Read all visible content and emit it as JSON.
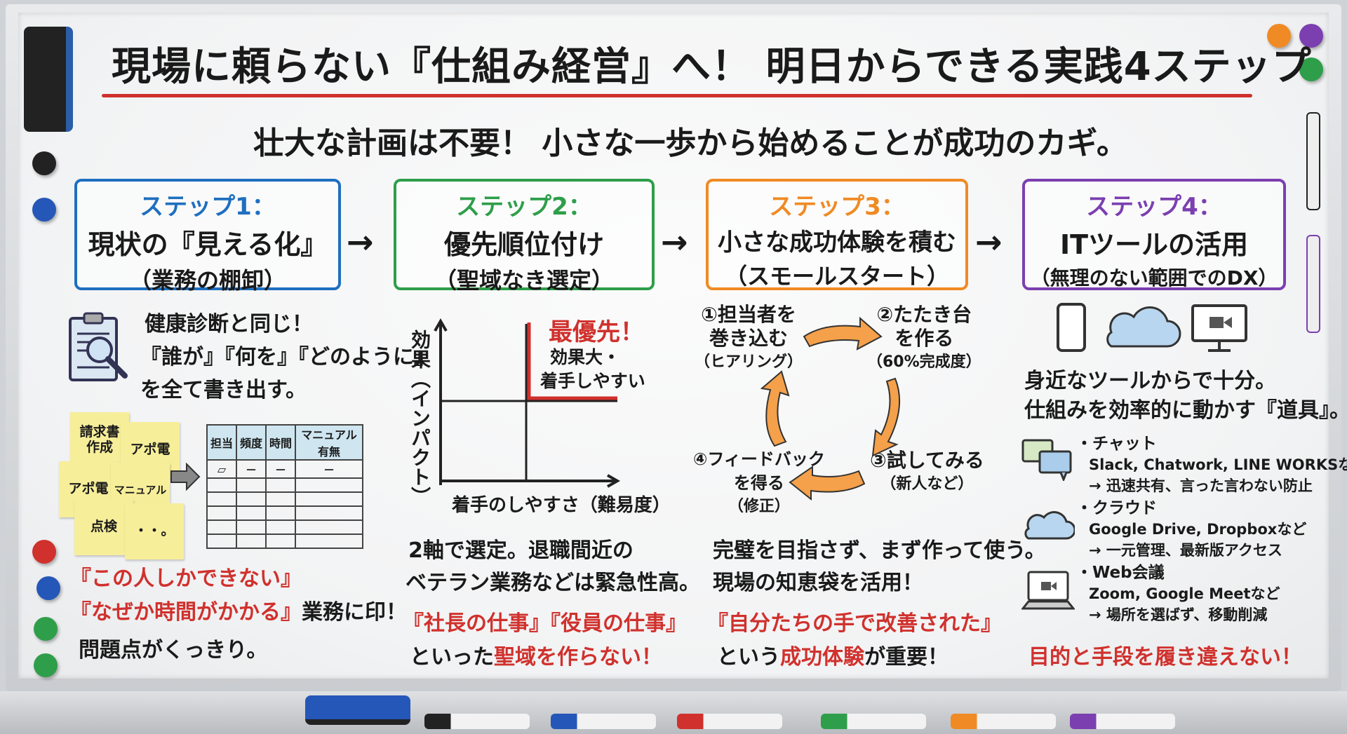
{
  "title": "現場に頼らない『仕組み経営』へ！ 明日からできる実践4ステップ",
  "subtitle": "壮大な計画は不要！ 小さな一歩から始めることが成功のカギ。",
  "colors": {
    "step1": "#1f6fbf",
    "step2": "#2e9e4a",
    "step3": "#f08a24",
    "step4": "#7b3fb0",
    "emphasis": "#d0312d"
  },
  "steps": [
    {
      "heading": "ステップ1：",
      "main": "現状の『見える化』",
      "sub": "（業務の棚卸）"
    },
    {
      "heading": "ステップ2：",
      "main": "優先順位付け",
      "sub": "（聖域なき選定）"
    },
    {
      "heading": "ステップ3：",
      "main": "小さな成功体験を積む",
      "sub": "（スモールスタート）"
    },
    {
      "heading": "ステップ4：",
      "main": "ITツールの活用",
      "sub": "（無理のない範囲でのDX）"
    }
  ],
  "arrow": "→",
  "col1": {
    "lines": [
      "健康診断と同じ！",
      "『誰が』『何を』『どのように』",
      "を全て書き出す。"
    ],
    "stickies": [
      "請求書\n作成",
      "アポ電",
      "アポ電",
      "マニュアル",
      "点検",
      "・・。"
    ],
    "table_headers": [
      "担当",
      "頻度",
      "時間",
      "マニュアル有無"
    ],
    "table_first_row": [
      "",
      "－",
      "－",
      "－"
    ],
    "red1": "『この人しかできない』",
    "red2": "『なぜか時間がかかる』",
    "black2": "業務に印！",
    "black3": "問題点がくっきり。"
  },
  "col2": {
    "y_label": "効果（インパクト）",
    "x_label": "着手のしやすさ（難易度）",
    "priority": "最優先！",
    "priority_note1": "効果大・",
    "priority_note2": "着手しやすい",
    "line1": "2軸で選定。退職間近の",
    "line2": "ベテラン業務などは緊急性高。",
    "red1": "『社長の仕事』『役員の仕事』",
    "black4": "といった",
    "red4": "聖域を作らない！"
  },
  "col3": {
    "cycle": [
      {
        "l1": "①担当者を",
        "l2": "巻き込む",
        "l3": "（ヒアリング）"
      },
      {
        "l1": "②たたき台",
        "l2": "を作る",
        "l3": "（60%完成度）"
      },
      {
        "l1": "③試してみる",
        "l2": "",
        "l3": "（新人など）"
      },
      {
        "l1": "④フィードバック",
        "l2": "を得る",
        "l3": "（修正）"
      }
    ],
    "line1": "完璧を目指さず、まず作って使う。",
    "line2": "現場の知恵袋を活用！",
    "red1": "『自分たちの手で改善された』",
    "black4a": "という",
    "red4": "成功体験",
    "black4b": "が重要！"
  },
  "col4": {
    "line1": "身近なツールからで十分。",
    "line2": "仕組みを効率的に動かす『道具』。",
    "tools": [
      {
        "name": "・チャット",
        "examples": "Slack, Chatwork, LINE WORKSなど",
        "benefit": "→ 迅速共有、言った言わない防止"
      },
      {
        "name": "・クラウド",
        "examples": "Google Drive, Dropboxなど",
        "benefit": "→ 一元管理、最新版アクセス"
      },
      {
        "name": "・Web会議",
        "examples": "Zoom, Google Meetなど",
        "benefit": "→ 場所を選ばず、移動削減"
      }
    ],
    "red": "目的と手段を履き違えない！"
  }
}
